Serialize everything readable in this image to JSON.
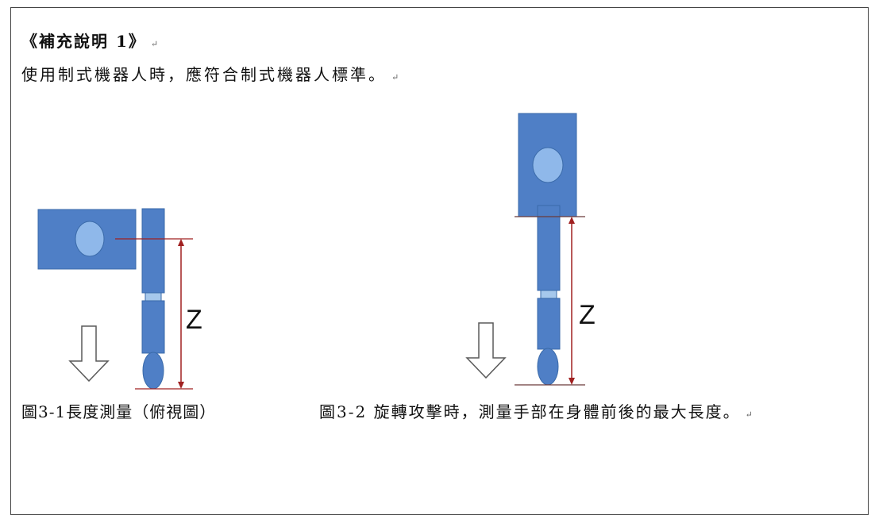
{
  "document": {
    "title": "《補充說明 1》",
    "rule_text": "使用制式機器人時，應符合制式機器人標準。",
    "paragraph_mark": "↵"
  },
  "figures": [
    {
      "z_label": "Z",
      "caption": "圖3-1長度測量（俯視圖）"
    },
    {
      "z_label": "Z",
      "caption": "圖3-2 旋轉攻擊時，測量手部在身體前後的最大長度。"
    }
  ],
  "colors": {
    "block": "#4f7fc6",
    "block_stroke": "#3a6aa9",
    "joint": "#a6c8ec",
    "circle": "#8fb8ea",
    "measure": "#a02020",
    "arrow_stroke": "#5a5a5a"
  }
}
